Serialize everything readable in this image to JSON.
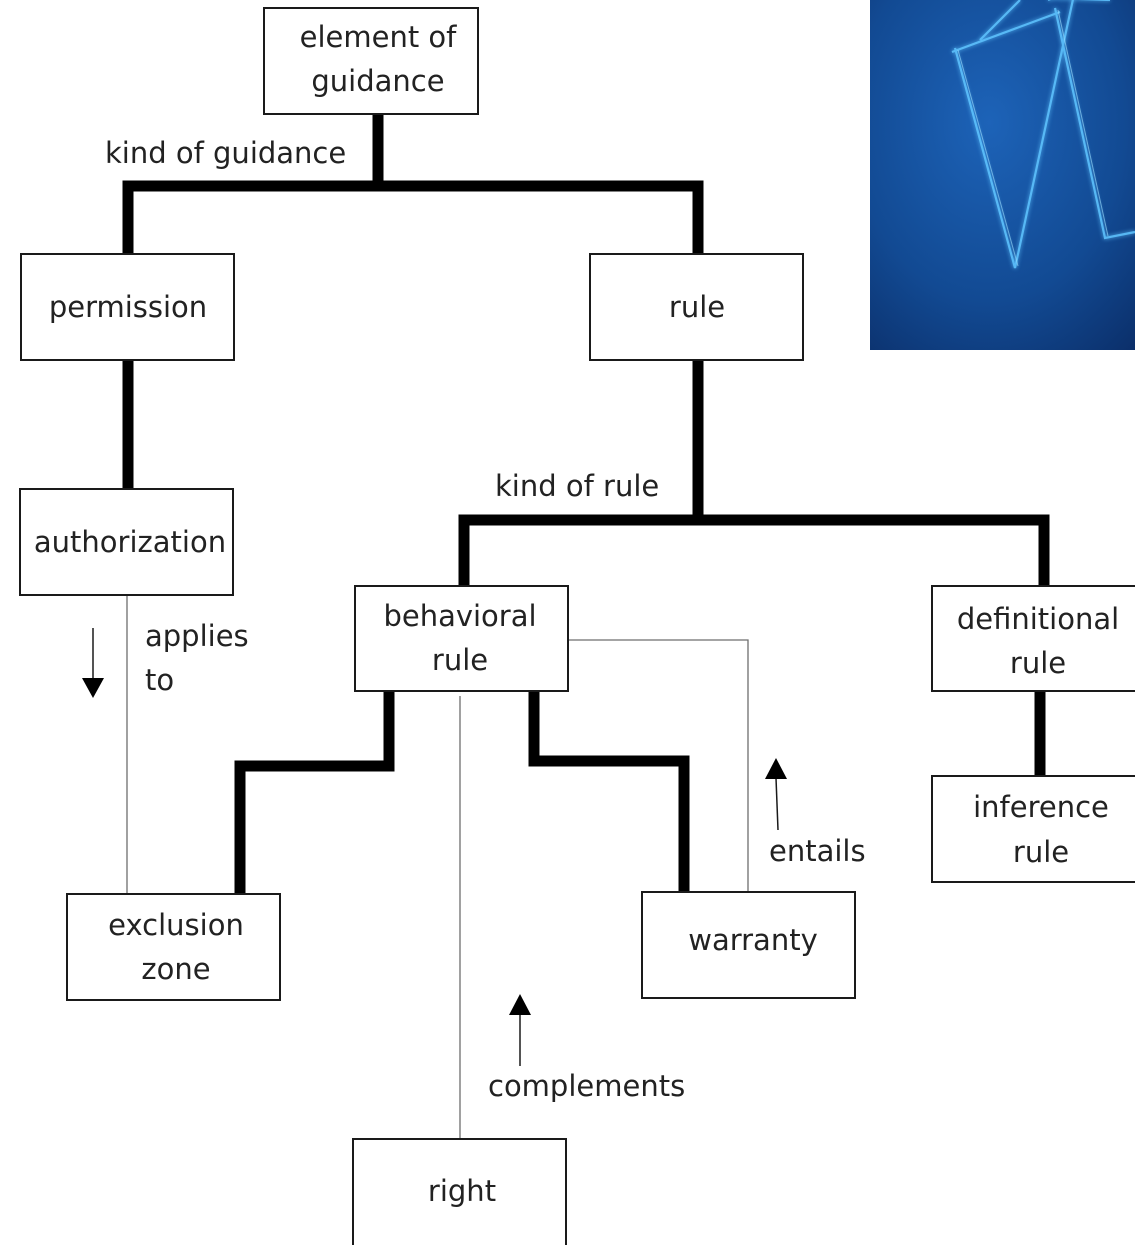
{
  "nodes": {
    "element_of_guidance": [
      "element of",
      "guidance"
    ],
    "permission": [
      "permission"
    ],
    "rule": [
      "rule"
    ],
    "authorization": [
      "authorization"
    ],
    "behavioral_rule": [
      "behavioral",
      "rule"
    ],
    "definitional_rule": [
      "definitional",
      "rule"
    ],
    "exclusion_zone": [
      "exclusion",
      "zone"
    ],
    "warranty": [
      "warranty"
    ],
    "inference_rule": [
      "inference",
      "rule"
    ],
    "right": [
      "right"
    ]
  },
  "edge_labels": {
    "kind_of_guidance": "kind of guidance",
    "kind_of_rule": "kind of rule",
    "applies_to": [
      "applies",
      "to"
    ],
    "entails": "entails",
    "complements": "complements"
  },
  "colors": {
    "line": "#000000",
    "thin_line": "#6e6e6e",
    "corner_bg_dark": "#0b2f6a",
    "corner_bg_light": "#1d63b8",
    "corner_stroke": "#5ec4ff"
  },
  "decorations": {
    "corner_image": "blue-abstract-lines-image"
  }
}
